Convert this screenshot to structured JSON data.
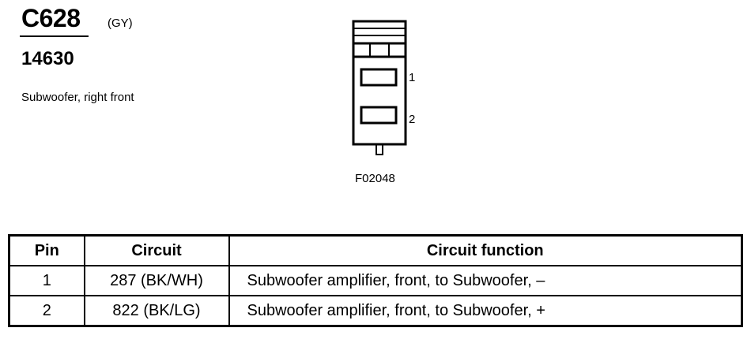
{
  "connector": {
    "id": "C628",
    "color": "(GY)",
    "part_number": "14630",
    "description": "Subwoofer, right front"
  },
  "diagram": {
    "pin_labels": [
      "1",
      "2"
    ],
    "figure_id": "F02048"
  },
  "table": {
    "headers": [
      "Pin",
      "Circuit",
      "Circuit function"
    ],
    "rows": [
      {
        "pin": "1",
        "circuit": "287 (BK/WH)",
        "function": "Subwoofer amplifier, front, to Subwoofer, –"
      },
      {
        "pin": "2",
        "circuit": "822 (BK/LG)",
        "function": "Subwoofer amplifier, front, to Subwoofer, +"
      }
    ]
  }
}
